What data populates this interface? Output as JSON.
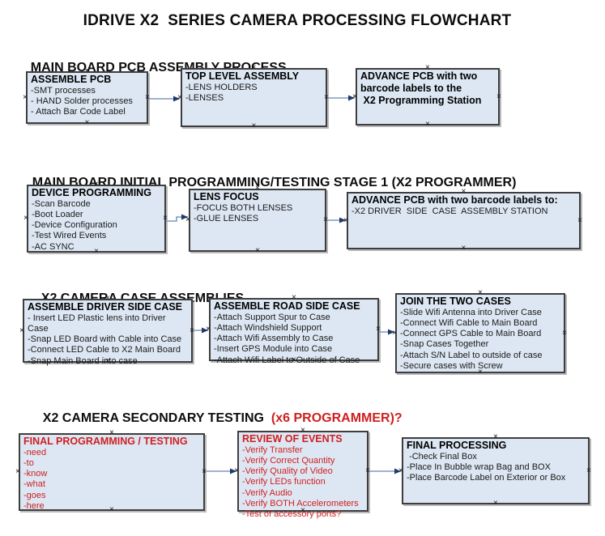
{
  "title": "IDRIVE X2  SERIES CAMERA PROCESSING FLOWCHART",
  "sections": [
    {
      "header": "MAIN BOARD PCB ASSEMBLY PROCESS",
      "boxes": [
        {
          "title": "ASSEMBLE PCB",
          "items": [
            "-SMT processes",
            "- HAND Solder processes",
            "- Attach Bar Code Label"
          ]
        },
        {
          "title": "TOP LEVEL ASSEMBLY",
          "items": [
            "-LENS HOLDERS",
            "-LENSES"
          ]
        },
        {
          "title": "ADVANCE PCB with two barcode labels to the\n X2 Programming Station",
          "items": []
        }
      ]
    },
    {
      "header": "MAIN BOARD INITIAL PROGRAMMING/TESTING STAGE 1 (X2 PROGRAMMER)",
      "boxes": [
        {
          "title": "DEVICE PROGRAMMING",
          "items": [
            "-Scan Barcode",
            "-Boot Loader",
            "-Device Configuration",
            "-Test Wired Events",
            "-AC SYNC"
          ]
        },
        {
          "title": "LENS FOCUS",
          "items": [
            "-FOCUS BOTH LENSES",
            "-GLUE LENSES"
          ]
        },
        {
          "title": "ADVANCE PCB with two barcode labels to:",
          "items": [
            "-X2 DRIVER  SIDE  CASE  ASSEMBLY STATION"
          ]
        }
      ]
    },
    {
      "header": "X2 CAMERA CASE ASSEMBLIES",
      "boxes": [
        {
          "title": "ASSEMBLE DRIVER SIDE CASE",
          "items": [
            "- Insert LED Plastic lens into Driver Case",
            "-Snap LED Board with Cable into Case",
            "-Connect LED Cable to X2 Main Board",
            "-Snap Main Board into case"
          ]
        },
        {
          "title": "ASSEMBLE ROAD SIDE CASE",
          "items": [
            "-Attach Support Spur to Case",
            "-Attach Windshield Support",
            "-Attach Wifi Assembly to Case",
            "-Insert GPS Module into Case",
            "-Attach Wifi Label to Outside of Case"
          ]
        },
        {
          "title": "JOIN THE TWO CASES",
          "items": [
            "-Slide Wifi Antenna into Driver Case",
            "-Connect Wifi Cable to Main Board",
            "-Connect GPS Cable to Main Board",
            "-Snap Cases Together",
            "-Attach S/N Label to outside of case",
            "-Secure cases with Screw"
          ]
        }
      ]
    },
    {
      "header": "X2 CAMERA SECONDARY TESTING  ",
      "header_red": "(x6 PROGRAMMER)?",
      "boxes": [
        {
          "title": "FINAL PROGRAMMING / TESTING",
          "items": [
            "-need",
            "-to",
            "-know",
            "-what",
            "-goes",
            "-here"
          ]
        },
        {
          "title": "REVIEW OF EVENTS",
          "items": [
            "-Verify Transfer",
            "-Verify Correct Quantity",
            "-Verify Quality of Video",
            "-Verify LEDs function",
            "-Verify Audio",
            "-Verify BOTH Accelerometers",
            "-Test of accessory ports?"
          ]
        },
        {
          "title": "FINAL PROCESSING",
          "items": [
            " -Check Final Box",
            "-Place In Bubble wrap Bag and BOX",
            "-Place Barcode Label on Exterior or Box"
          ]
        }
      ]
    }
  ],
  "colors": {
    "box_fill": "#dde7f3",
    "box_border": "#3e3e3e",
    "connector_line": "#7f9ac0",
    "connector_arrow": "#1f3a6a",
    "red_text": "#cf2020"
  },
  "icons": {
    "connection_point": "×",
    "arrowhead": "right-arrowhead"
  }
}
